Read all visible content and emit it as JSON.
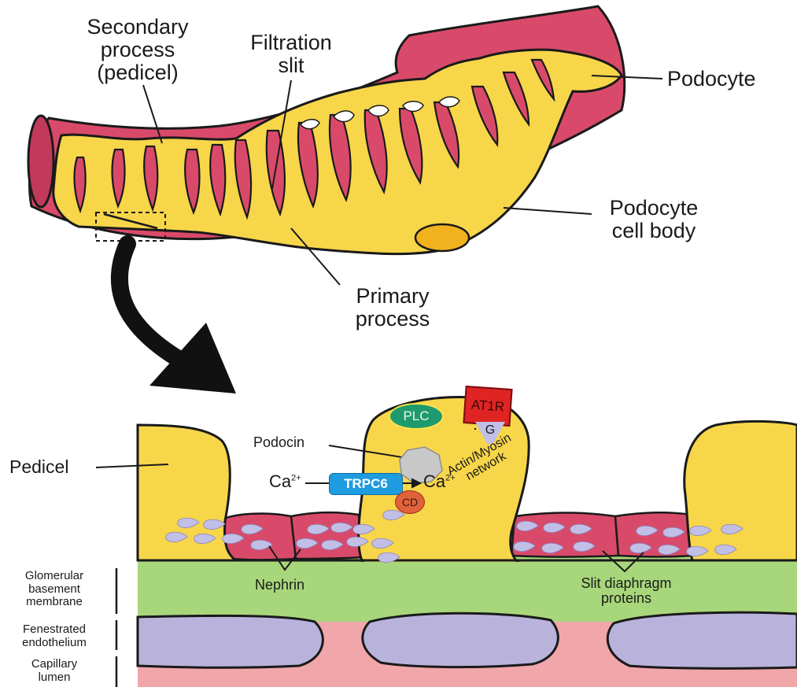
{
  "labels": {
    "secondary_process_line1": "Secondary",
    "secondary_process_line2": "process",
    "secondary_process_line3": "(pedicel)",
    "filtration_slit_line1": "Filtration",
    "filtration_slit_line2": "slit",
    "podocyte": "Podocyte",
    "podocyte_cell_body_line1": "Podocyte",
    "podocyte_cell_body_line2": "cell body",
    "primary_process_line1": "Primary",
    "primary_process_line2": "process",
    "pedicel": "Pedicel",
    "podocin": "Podocin",
    "calcium_left": "Ca",
    "calcium_right": "Ca",
    "calcium_charge": "2+",
    "trpc6": "TRPC6",
    "cd": "CD",
    "plc": "PLC",
    "at1r": "AT1R",
    "g_protein": "G",
    "actin_myosin_line1": "Actin/Myosin",
    "actin_myosin_line2": "network",
    "nephrin": "Nephrin",
    "slit_diaphragm_line1": "Slit diaphragm",
    "slit_diaphragm_line2": "proteins",
    "gbm_line1": "Glomerular",
    "gbm_line2": "basement",
    "gbm_line3": "membrane",
    "fenestrated_line1": "Fenestrated",
    "fenestrated_line2": "endothelium",
    "lumen_line1": "Capillary",
    "lumen_line2": "lumen"
  },
  "colors": {
    "podocyte_yellow": "#f7d64a",
    "podocyte_yellow_light": "#fbe37a",
    "capillary_red": "#d94a6a",
    "nucleus_orange": "#f2b21d",
    "gbm_green": "#a8d77b",
    "endothelium_purple": "#b9b3dc",
    "lumen_pink": "#f1a6aa",
    "slit_protein_lavender": "#c2bfe6",
    "trpc6_blue": "#1f9be0",
    "plc_green": "#1f9a6e",
    "at1r_red": "#e02424",
    "cd_orange": "#e0623a",
    "podocin_gray": "#c8c8c8"
  }
}
